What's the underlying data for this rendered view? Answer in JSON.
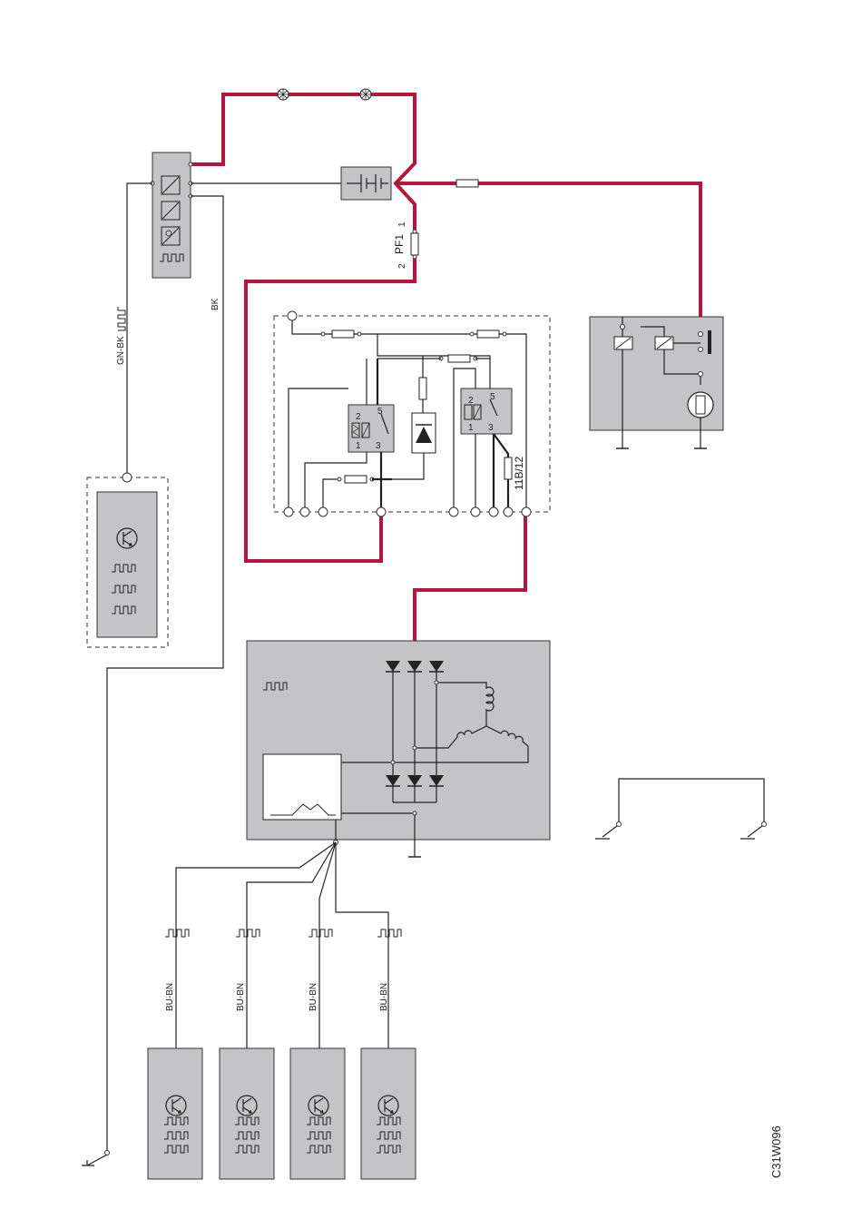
{
  "labels": {
    "fuse_pf1": "PF1",
    "pf1_pin1": "1",
    "pf1_pin2": "2",
    "fuse_11b12": "11B/12",
    "wire_gn_bk": "GN-BK",
    "wire_bk": "BK",
    "wire_bu_bn_1": "BU-BN",
    "wire_bu_bn_2": "BU-BN",
    "wire_bu_bn_3": "BU-BN",
    "wire_bu_bn_4": "BU-BN",
    "relay1_pin2": "2",
    "relay1_pin5": "5",
    "relay1_pin1": "1",
    "relay1_pin3": "3",
    "relay2_pin2": "2",
    "relay2_pin5": "5",
    "relay2_pin1": "1",
    "relay2_pin3": "3",
    "drawing_code": "C31W096"
  },
  "colors": {
    "power_wire": "#b5163a",
    "component_fill": "#c4c4c6",
    "line": "#222222"
  }
}
